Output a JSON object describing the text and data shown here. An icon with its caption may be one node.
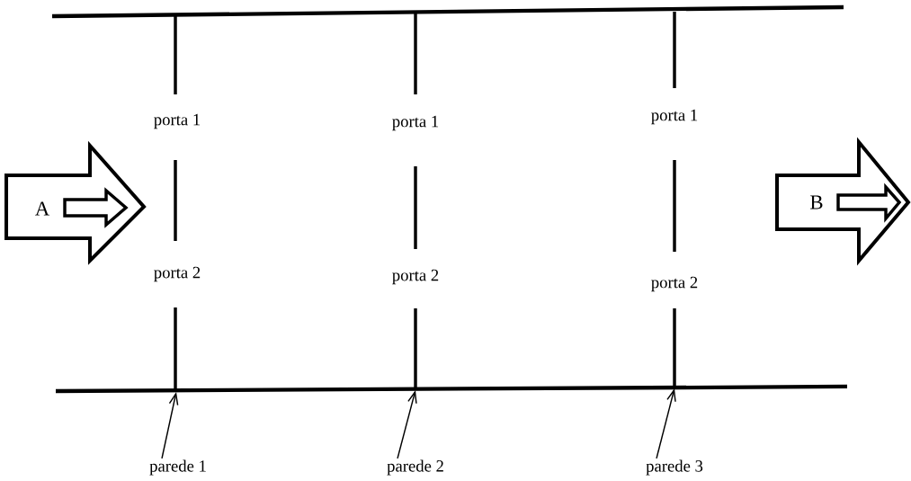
{
  "diagram": {
    "nodes": [
      {
        "text": [
          "A"
        ]
      },
      {
        "text": [
          "B"
        ]
      },
      {
        "text": [
          "parede 1"
        ]
      },
      {
        "text": [
          "parede 2"
        ]
      },
      {
        "text": [
          "parede 3"
        ]
      }
    ],
    "edges": [
      {
        "from": 2,
        "to": null,
        "arrow": "to"
      },
      {
        "from": 3,
        "to": null,
        "arrow": "to"
      },
      {
        "from": 4,
        "to": null,
        "arrow": "to"
      }
    ],
    "labels": [
      "porta 1",
      "porta 1",
      "porta 1",
      "porta 2",
      "porta 2",
      "porta 2"
    ]
  }
}
